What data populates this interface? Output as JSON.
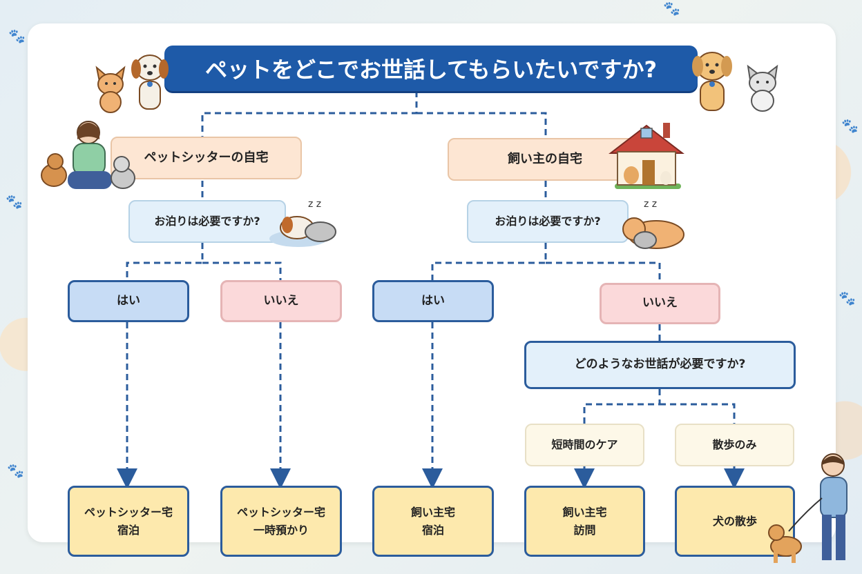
{
  "title": "ペットをどこでお世話してもらいたいですか?",
  "branches": {
    "sitter_home": "ペットシッターの自宅",
    "owner_home": "飼い主の自宅"
  },
  "questions": {
    "overnight_left": "お泊りは必要ですか?",
    "overnight_right": "お泊りは必要ですか?",
    "care_type": "どのようなお世話が必要ですか?"
  },
  "answers": {
    "yes": "はい",
    "no": "いいえ"
  },
  "care_options": {
    "short": "短時間のケア",
    "walk": "散歩のみ"
  },
  "results": {
    "sitter_overnight": "ペットシッター宅\n宿泊",
    "sitter_temp": "ペットシッター宅\n一時預かり",
    "owner_overnight": "飼い主宅\n宿泊",
    "owner_visit": "飼い主宅\n訪問",
    "dog_walk": "犬の散歩"
  },
  "colors": {
    "title_bg": "#1e5aa8",
    "connector": "#2b5c9c",
    "yes_bg": "#c7dcf5",
    "no_bg": "#fbd9da",
    "result_bg": "#fde9ad"
  },
  "icons": [
    "cat-icon",
    "dog-icon",
    "person-with-pets-icon",
    "house-icon",
    "sleeping-pets-icon",
    "person-walking-dog-icon",
    "paw-icon"
  ]
}
